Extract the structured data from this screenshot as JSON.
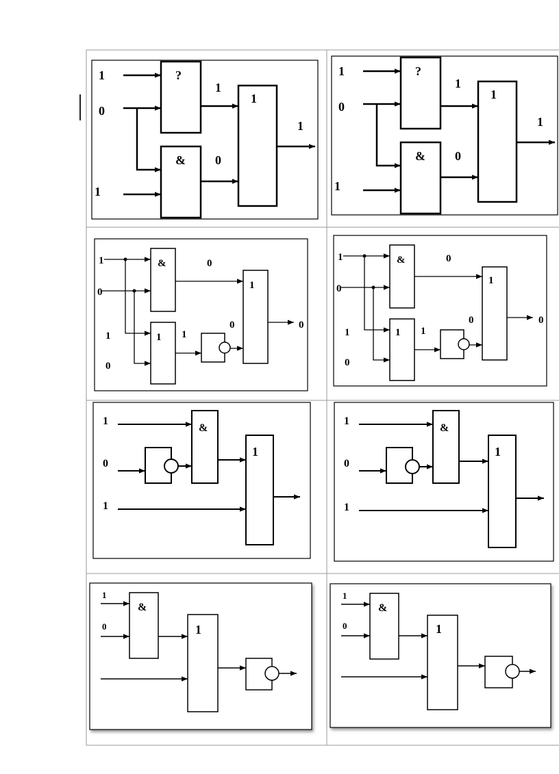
{
  "table": {
    "rows": 4,
    "columns": 2
  },
  "diagrams": {
    "d1": {
      "in_a": "1",
      "in_b": "0",
      "in_c": "1",
      "gate_unknown": "?",
      "gate_and": "&",
      "gate_or": "1",
      "wire_top": "1",
      "wire_bottom": "0",
      "out": "1"
    },
    "d2": {
      "in_a": "1",
      "in_b": "0",
      "in_c": "1",
      "in_d": "0",
      "gate_and": "&",
      "gate_or_small": "1",
      "gate_or_big": "1",
      "wire_and_out": "0",
      "wire_or_out": "1",
      "wire_not_out": "0",
      "out": "0"
    },
    "d3": {
      "in_a": "1",
      "in_b": "0",
      "in_c": "1",
      "gate_and": "&",
      "gate_or": "1"
    },
    "d4": {
      "in_a": "1",
      "in_b": "0",
      "gate_and": "&",
      "gate_or": "1"
    }
  }
}
